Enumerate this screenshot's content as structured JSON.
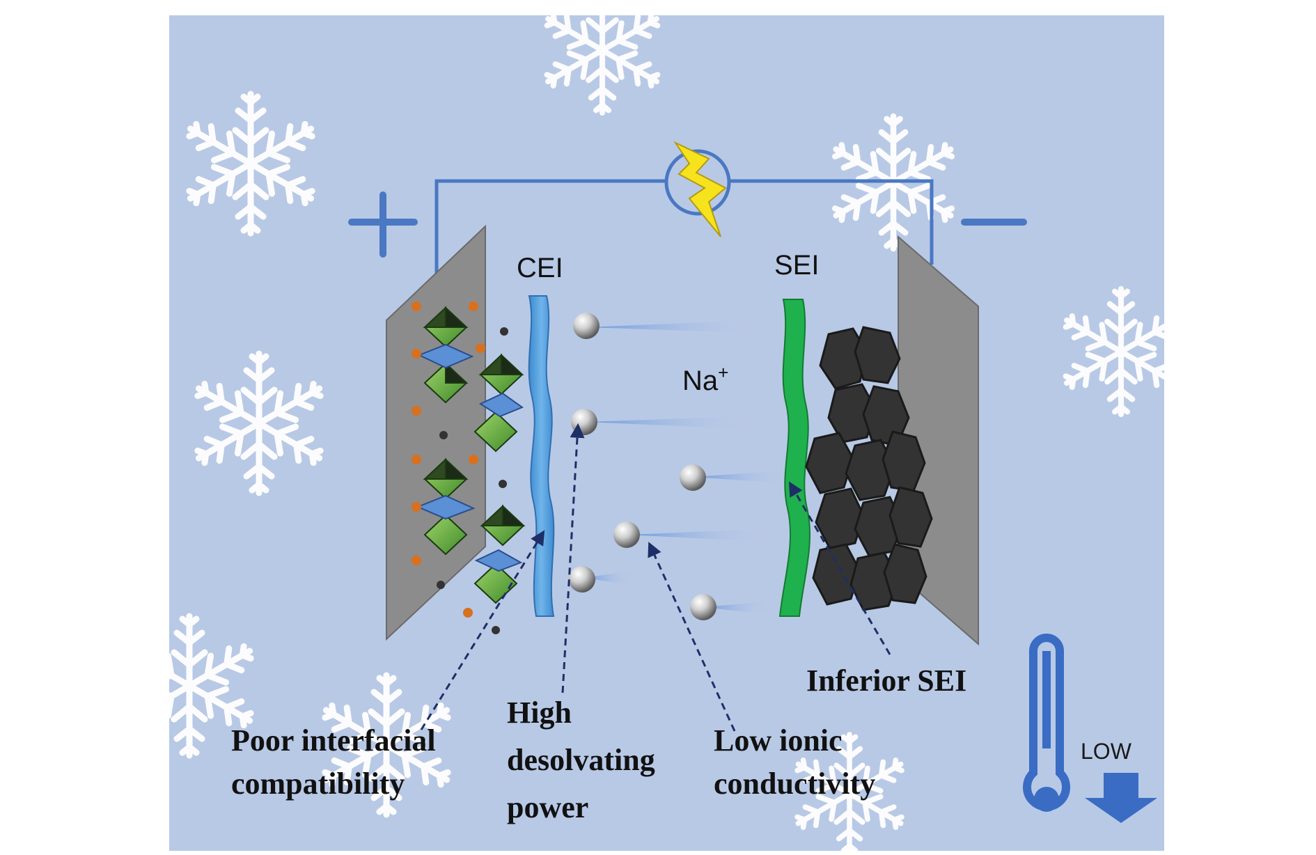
{
  "labels": {
    "cathode_interphase": "CEI",
    "anode_interphase": "SEI",
    "ion": "Na",
    "ion_charge": "+",
    "low": "LOW"
  },
  "callouts": {
    "poor_line1": "Poor interfacial",
    "poor_line2": "compatibility",
    "high_line1": "High",
    "high_line2": "desolvating",
    "high_line3": "power",
    "low_line1": "Low ionic",
    "low_line2": "conductivity",
    "inferior": "Inferior SEI"
  },
  "colors": {
    "background": "#b8c9e6",
    "wire": "#4a78c2",
    "cei": "#4f9ad8",
    "sei": "#1fb14d",
    "electrode": "#8c8c8c",
    "carbon": "#333333",
    "bolt": "#f7e31d",
    "thermometer": "#3a6cc4"
  },
  "icons": [
    "snowflake-icon",
    "lightning-bolt-icon",
    "thermometer-icon",
    "arrow-down-icon",
    "plus-icon",
    "minus-icon"
  ]
}
